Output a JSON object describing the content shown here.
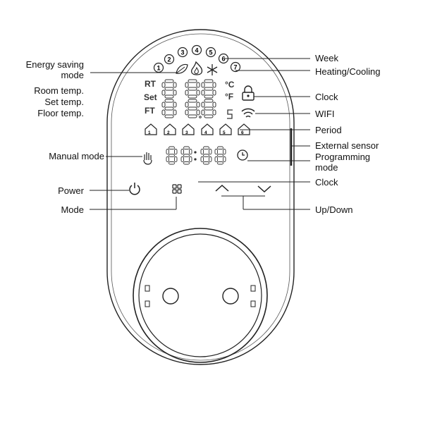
{
  "labels": {
    "week": "Week",
    "energy_saving_line1": "Energy saving",
    "energy_saving_line2": "mode",
    "heating_cooling": "Heating/Cooling",
    "room_temp": "Room temp.",
    "set_temp": "Set temp.",
    "floor_temp": "Floor temp.",
    "clock_lock": "Clock",
    "wifi": "WIFI",
    "period": "Period",
    "external_sensor": "External sensor",
    "manual_mode": "Manual mode",
    "programming_line1": "Programming",
    "programming_line2": "mode",
    "clock": "Clock",
    "power": "Power",
    "mode": "Mode",
    "up_down": "Up/Down"
  },
  "lcd": {
    "rt": "RT",
    "set": "Set",
    "ft": "FT",
    "celsius": "°C",
    "fahrenheit": "°F",
    "week_days": [
      "1",
      "2",
      "3",
      "4",
      "5",
      "6",
      "7"
    ],
    "periods": [
      "1",
      "2",
      "3",
      "4",
      "5",
      "6"
    ]
  },
  "icons": [
    "leaf-icon",
    "flame-icon",
    "snowflake-icon",
    "lock-icon",
    "wifi-icon",
    "hand-icon",
    "clock-icon",
    "power-icon",
    "mode-grid-icon",
    "chevron-up-icon",
    "chevron-down-icon"
  ]
}
